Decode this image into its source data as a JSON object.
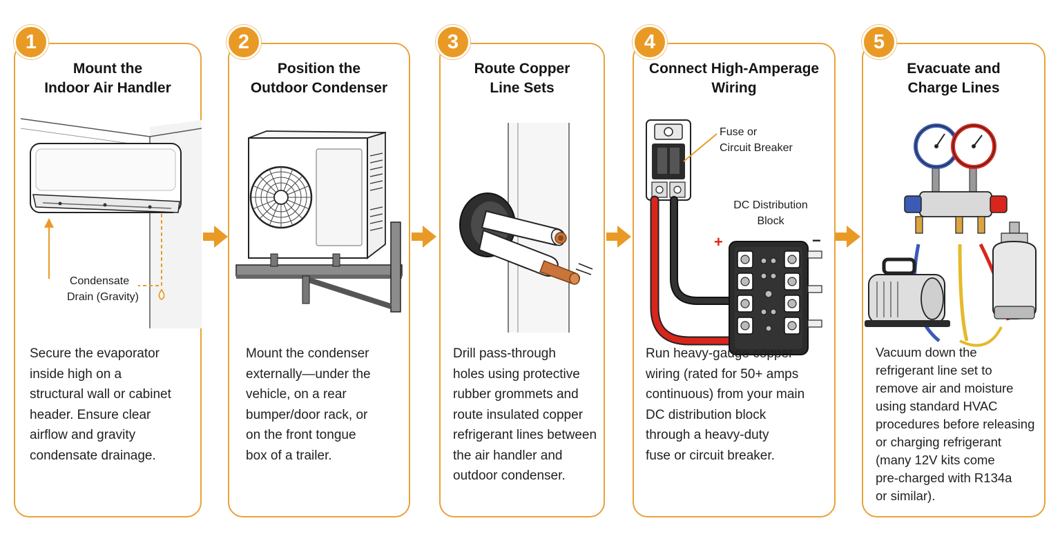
{
  "steps": [
    {
      "number": "1",
      "title": "Mount the\nIndoor Air Handler",
      "callout": "Condensate\nDrain (Gravity)",
      "description": "Secure the evaporator\ninside high on a\nstructural wall or cabinet\nheader. Ensure clear\nairflow and gravity\ncondensate drainage."
    },
    {
      "number": "2",
      "title": "Position the\nOutdoor Condenser",
      "description": "Mount the condenser\nexternally—under the\nvehicle, on a rear\nbumper/door rack, or\non the front tongue\nbox of a trailer."
    },
    {
      "number": "3",
      "title": "Route Copper\nLine Sets",
      "description": "Drill pass-through\nholes using protective\nrubber grommets and\nroute insulated copper\nrefrigerant lines between\nthe air handler and\noutdoor condenser."
    },
    {
      "number": "4",
      "title": "Connect High-Amperage\nWiring",
      "callout_fuse_line1": "Fuse or",
      "callout_fuse_line2": "Circuit Breaker",
      "callout_block_line1": "DC Distribution",
      "callout_block_line2": "Block",
      "plus_sign": "+",
      "minus_sign": "−",
      "description": "Run heavy-gauge copper\nwiring (rated for 50+ amps\ncontinuous) from your main\nDC distribution block\nthrough a heavy-duty\nfuse or circuit breaker."
    },
    {
      "number": "5",
      "title": "Evacuate and\nCharge Lines",
      "description": "Vacuum down the\nrefrigerant line set to\nremove air and moisture\nusing standard HVAC\nprocedures before releasing\nor charging refrigerant\n(many 12V kits come\npre-charged with R134a\nor similar)."
    }
  ],
  "colors": {
    "accent": "#e99a25",
    "card_border": "#e8a23a",
    "copper": "#c8743a",
    "wire_red": "#d9261c",
    "wire_black": "#2a2a2a",
    "hose_blue": "#3b5bb5",
    "hose_yellow": "#e5b92b"
  },
  "icons": [
    "chevron-right-icon",
    "air-handler-icon",
    "condenser-icon",
    "copper-lineset-icon",
    "fuse-block-icon",
    "manifold-gauge-icon",
    "vacuum-pump-icon",
    "refrigerant-tank-icon"
  ]
}
